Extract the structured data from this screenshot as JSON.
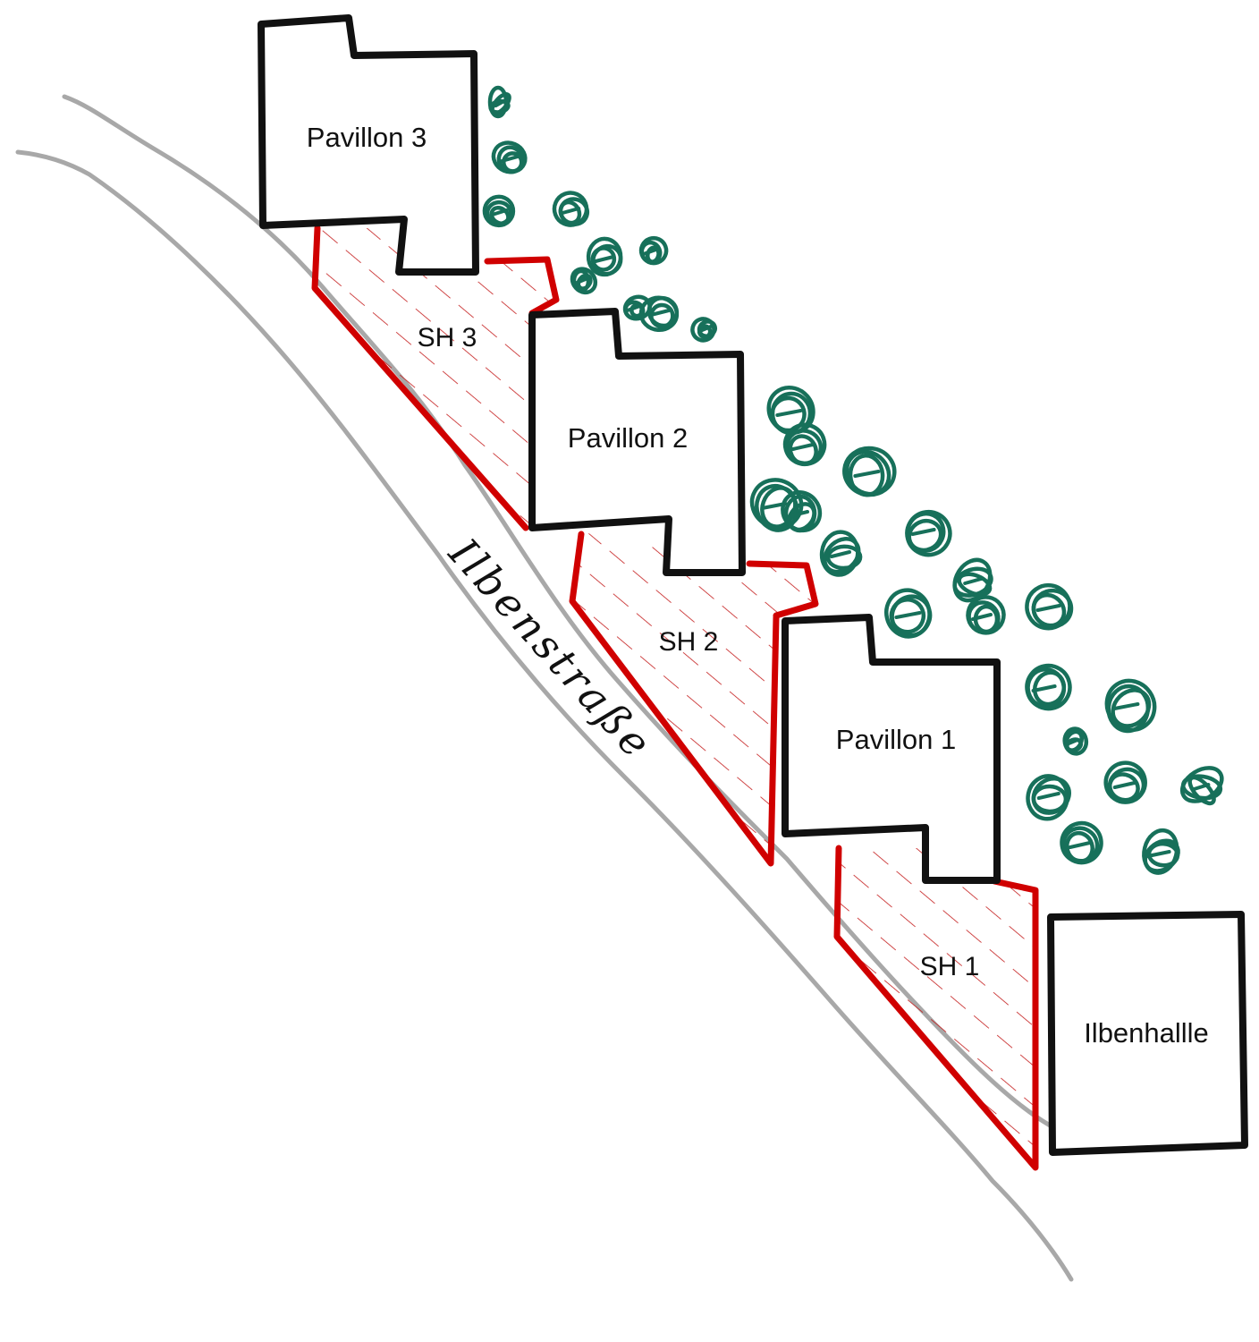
{
  "colors": {
    "background": "#ffffff",
    "building_outline": "#111111",
    "sanitary_outline": "#d00000",
    "hatch": "#c41c1c",
    "road": "#a8a8a8",
    "trees": "#17705a"
  },
  "road": {
    "name": "Ilbenstraße"
  },
  "pavilions": [
    {
      "label": "Pavillon 3"
    },
    {
      "label": "Pavillon 2"
    },
    {
      "label": "Pavillon 1"
    }
  ],
  "sanitary_areas": [
    {
      "label": "SH 3"
    },
    {
      "label": "SH 2"
    },
    {
      "label": "SH 1"
    }
  ],
  "hall": {
    "label": "Ilbenhallle"
  },
  "trees": {
    "icon": "tree-scribble-icon"
  }
}
